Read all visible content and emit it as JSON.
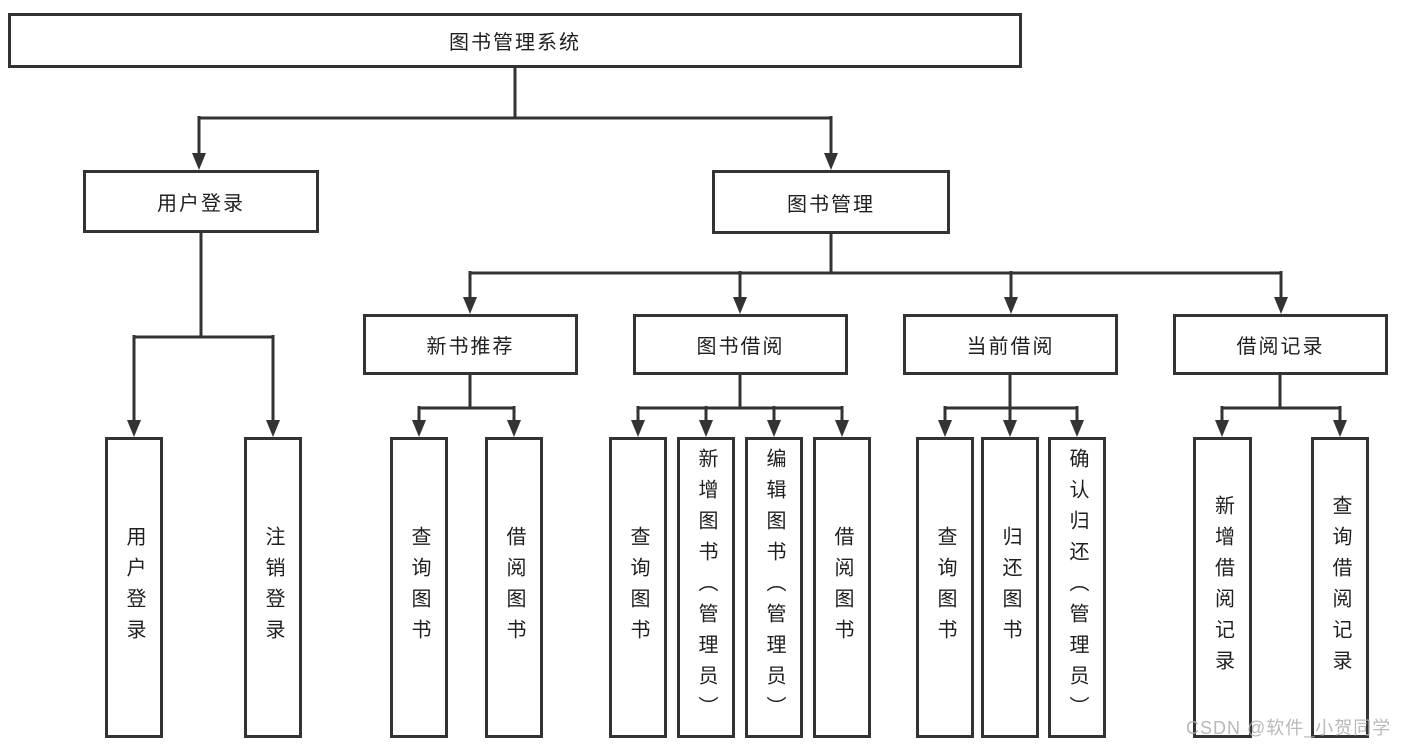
{
  "tree": {
    "label": "图书管理系统",
    "children": [
      {
        "label": "用户登录",
        "children": [
          {
            "label": "用户登录"
          },
          {
            "label": "注销登录"
          }
        ]
      },
      {
        "label": "图书管理",
        "children": [
          {
            "label": "新书推荐",
            "children": [
              {
                "label": "查询图书"
              },
              {
                "label": "借阅图书"
              }
            ]
          },
          {
            "label": "图书借阅",
            "children": [
              {
                "label": "查询图书"
              },
              {
                "label": "新增图书（管理员）"
              },
              {
                "label": "编辑图书（管理员）"
              },
              {
                "label": "借阅图书"
              }
            ]
          },
          {
            "label": "当前借阅",
            "children": [
              {
                "label": "查询图书"
              },
              {
                "label": "归还图书"
              },
              {
                "label": "确认归还（管理员）"
              }
            ]
          },
          {
            "label": "借阅记录",
            "children": [
              {
                "label": "新增借阅记录"
              },
              {
                "label": "查询借阅记录"
              }
            ]
          }
        ]
      }
    ]
  },
  "watermark": {
    "text": "CSDN @软件_小贺同学"
  },
  "colors": {
    "line": "#333333",
    "box_border": "#333333",
    "text": "#1f1f1f",
    "background": "#ffffff",
    "watermark": "#b2b2b2"
  }
}
